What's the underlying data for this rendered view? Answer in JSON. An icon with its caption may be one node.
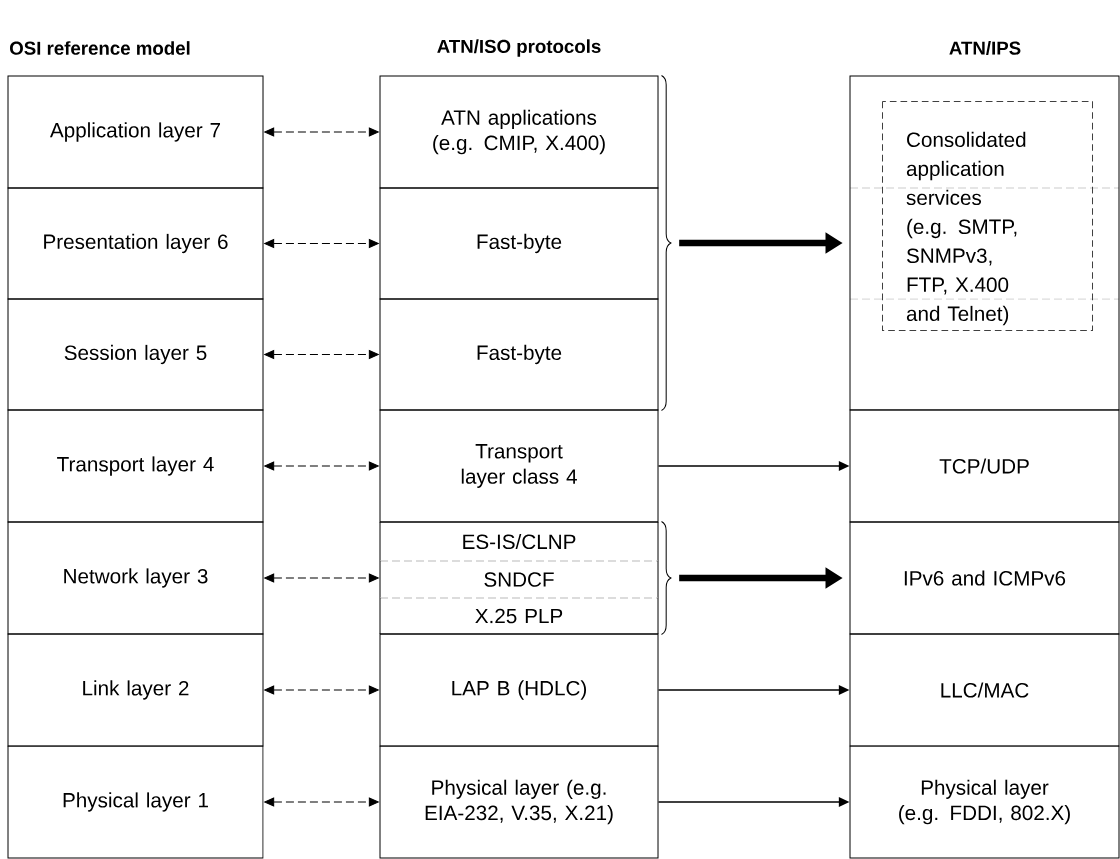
{
  "diagram": {
    "nodes": [
      {
        "text": [
          "Application layer 7"
        ]
      },
      {
        "text": [
          "Presentation layer 6"
        ]
      },
      {
        "text": [
          "Session layer 5"
        ]
      },
      {
        "text": [
          "Transport layer 4"
        ]
      },
      {
        "text": [
          "Network layer 3"
        ]
      },
      {
        "text": [
          "Link layer 2"
        ]
      },
      {
        "text": [
          "Physical layer 1"
        ]
      },
      {
        "text": [
          "ATN applications (e.g. CMIP, X.400)"
        ]
      },
      {
        "text": [
          "Fast-byte"
        ]
      },
      {
        "text": [
          "Fast-byte"
        ]
      },
      {
        "text": [
          "Transport layer class 4"
        ]
      },
      {
        "text": [
          "ES-IS/CLNP"
        ]
      },
      {
        "text": [
          "SNDCF"
        ]
      },
      {
        "text": [
          "X.25 PLP"
        ]
      },
      {
        "text": [
          "LAP B (HDLC)"
        ]
      },
      {
        "text": [
          "Physical layer (e.g. EIA-232, V.35, X.21)"
        ]
      },
      {
        "text": [],
        "shape": "box"
      },
      {
        "text": [
          "Consolidated application services (e.g. SMTP, SNMPv3, FTP, X.400 and Telnet)"
        ],
        "in": 16
      },
      {
        "text": [
          "TCP/UDP"
        ]
      },
      {
        "text": [
          "IPv6 and ICMPv6"
        ]
      },
      {
        "text": [
          "LLC/MAC"
        ]
      },
      {
        "text": [
          "Physical layer (e.g. FDDI, 802.X)"
        ]
      },
      {
        "text": [],
        "shape": "brace"
      },
      {
        "text": [],
        "shape": "brace"
      }
    ],
    "edges": [
      {
        "from": 0,
        "to": 7,
        "arrow": "both",
        "style": "dashed"
      },
      {
        "from": 1,
        "to": 8,
        "arrow": "both",
        "style": "dashed"
      },
      {
        "from": 2,
        "to": 9,
        "arrow": "both",
        "style": "dashed"
      },
      {
        "from": 3,
        "to": 10,
        "arrow": "both",
        "style": "dashed"
      },
      {
        "from": 4,
        "to": 12,
        "arrow": "both",
        "style": "dashed"
      },
      {
        "from": 5,
        "to": 14,
        "arrow": "both",
        "style": "dashed"
      },
      {
        "from": 6,
        "to": 15,
        "arrow": "both",
        "style": "dashed"
      },
      {
        "from": 22,
        "to": 16,
        "arrow": "to",
        "style": "thick"
      },
      {
        "from": 10,
        "to": 18,
        "arrow": "to"
      },
      {
        "from": 23,
        "to": 19,
        "arrow": "to",
        "style": "thick"
      },
      {
        "from": 14,
        "to": 20,
        "arrow": "to"
      },
      {
        "from": 15,
        "to": 21,
        "arrow": "to"
      }
    ],
    "labels": [
      "OSI reference model",
      "ATN/ISO protocols",
      "ATN/IPS"
    ]
  }
}
